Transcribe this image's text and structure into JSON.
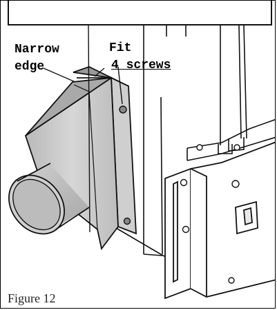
{
  "labels": {
    "narrow": "Narrow",
    "edge": "edge",
    "fit": "Fit",
    "screws": "4 screws"
  },
  "caption": "Figure 12"
}
